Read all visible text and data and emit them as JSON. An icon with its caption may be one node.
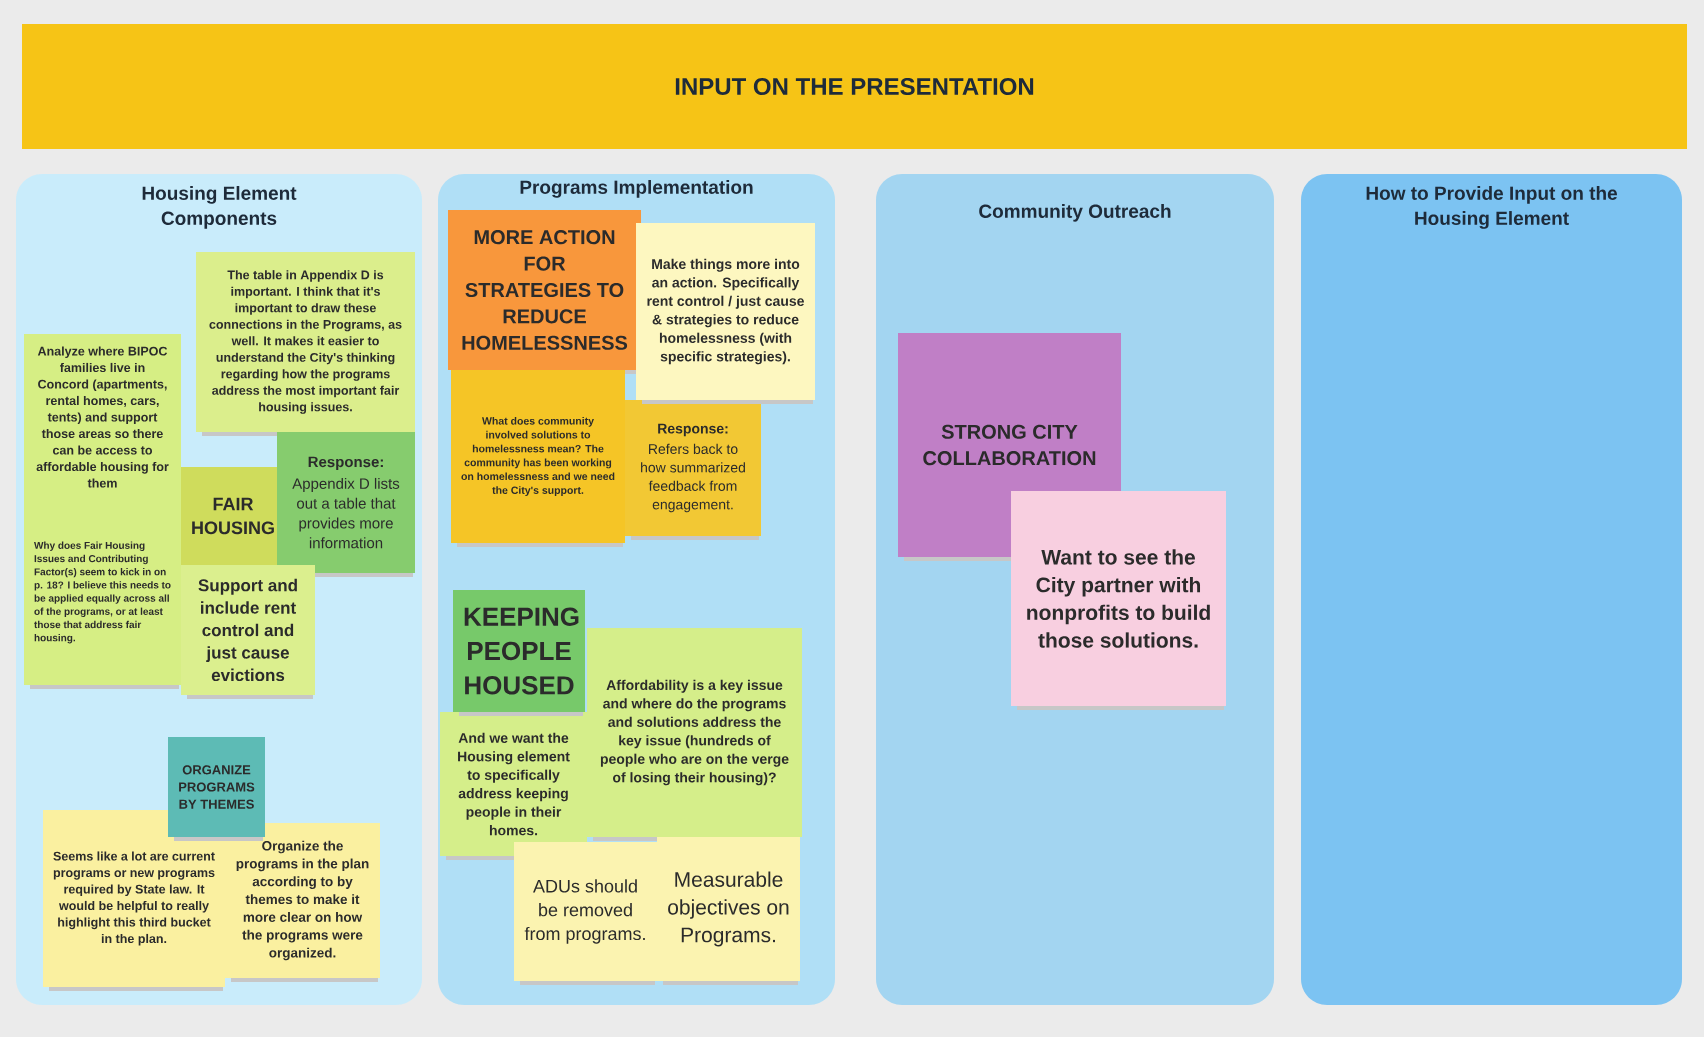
{
  "diagram": {
    "nodes": [
      {
        "text": [
          "INPUT ON THE PRESENTATION"
        ]
      },
      {
        "text": [
          "Housing Element Components"
        ]
      },
      {
        "text": [
          "The table in Appendix D is important. I think that it's important to draw these connections in the Programs, as well. It makes it easier to understand the City's thinking regarding how the programs address the most important fair housing issues."
        ],
        "in": 1
      },
      {
        "text": [
          "Analyze where BIPOC families live in Concord (apartments, rental homes, cars, tents) and support those areas so there can be access to affordable housing for them"
        ],
        "in": 1
      },
      {
        "text": [
          "FAIR HOUSING"
        ],
        "in": 1
      },
      {
        "text": [
          "Response:",
          "Appendix D lists out a table that provides more information"
        ],
        "in": 1
      },
      {
        "text": [
          "Why does Fair Housing Issues and Contributing Factor(s) seem to kick in on p. 18? I believe this needs to be applied equally across all of the programs, or at least those that address fair housing."
        ],
        "in": 1
      },
      {
        "text": [
          "Support and include rent control and just cause evictions"
        ],
        "in": 1
      },
      {
        "text": [
          "ORGANIZE PROGRAMS BY THEMES"
        ],
        "in": 1
      },
      {
        "text": [
          "Seems like a lot are current programs or new programs required by State law. It would be helpful to really highlight this third bucket in the plan."
        ],
        "in": 1
      },
      {
        "text": [
          "Organize the programs in the plan according to by themes to make it more clear on how the programs were organized."
        ],
        "in": 1
      },
      {
        "text": [
          "Programs Implementation"
        ]
      },
      {
        "text": [
          "MORE ACTION FOR STRATEGIES TO REDUCE HOMELESSNESS"
        ],
        "in": 11
      },
      {
        "text": [
          "Make things more into an action. Specifically rent control / just cause & strategies to reduce homelessness (with specific strategies)."
        ],
        "in": 11
      },
      {
        "text": [
          "What does community involved solutions to homelessness mean? The community has been working on homelessness and we need the City's support."
        ],
        "in": 11
      },
      {
        "text": [
          "Response:",
          "Refers back to how summarized feedback from engagement."
        ],
        "in": 11
      },
      {
        "text": [
          "KEEPING PEOPLE HOUSED"
        ],
        "in": 11
      },
      {
        "text": [
          "Affordability is a key issue and where do the programs and solutions address the key issue (hundreds of people who are on the verge of losing their housing)?"
        ],
        "in": 11
      },
      {
        "text": [
          "And we want the Housing element to specifically address keeping people in their homes."
        ],
        "in": 11
      },
      {
        "text": [
          "ADUs should be removed from programs."
        ],
        "in": 11
      },
      {
        "text": [
          "Measurable objectives on Programs."
        ],
        "in": 11
      },
      {
        "text": [
          "Community Outreach"
        ]
      },
      {
        "text": [
          "STRONG CITY COLLABORATION"
        ],
        "in": 21
      },
      {
        "text": [
          "Want to see the City partner with nonprofits to build those solutions."
        ],
        "in": 21
      },
      {
        "text": [
          "How to Provide Input on the Housing Element"
        ]
      }
    ]
  }
}
